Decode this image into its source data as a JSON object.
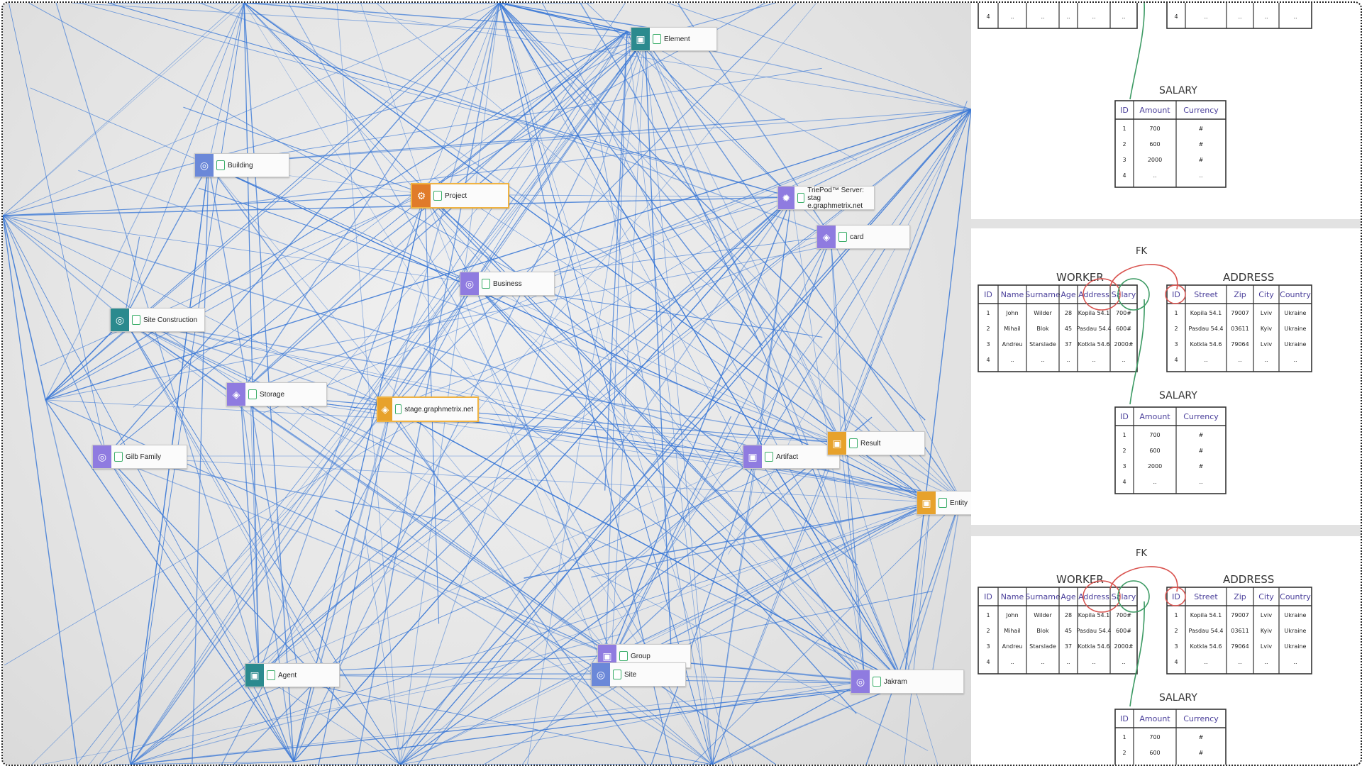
{
  "graph": {
    "nodes": [
      {
        "id": "element",
        "label": "Element",
        "icon": "bookmark-icon",
        "color": "#2b8a8e"
      },
      {
        "id": "building",
        "label": "Building",
        "icon": "globe-icon",
        "color": "#6b88d8"
      },
      {
        "id": "project",
        "label": "Project",
        "icon": "gear-icon",
        "color": "#e07b2a"
      },
      {
        "id": "tripod",
        "label": "TriePod™ Server: stag\ne.graphmetrix.net",
        "icon": "network-icon",
        "color": "#8f7be0"
      },
      {
        "id": "card",
        "label": "card",
        "icon": "diamond-icon",
        "color": "#8f7be0"
      },
      {
        "id": "business",
        "label": "Business",
        "icon": "globe-icon",
        "color": "#8f7be0"
      },
      {
        "id": "siteconstruction",
        "label": "Site Construction",
        "icon": "globe-icon",
        "color": "#2b8a8e"
      },
      {
        "id": "storage",
        "label": "Storage",
        "icon": "diamond-icon",
        "color": "#8f7be0"
      },
      {
        "id": "stage",
        "label": "stage.graphmetrix.net",
        "icon": "diamond-icon",
        "color": "#e7a22c"
      },
      {
        "id": "gilb",
        "label": "Gilb Family",
        "icon": "globe-icon",
        "color": "#8f7be0"
      },
      {
        "id": "artifact",
        "label": "Artifact",
        "icon": "bookmark-icon",
        "color": "#8f7be0"
      },
      {
        "id": "result",
        "label": "Result",
        "icon": "bookmark-icon",
        "color": "#e7a22c"
      },
      {
        "id": "entity",
        "label": "Entity",
        "icon": "bookmark-icon",
        "color": "#e7a22c"
      },
      {
        "id": "agent",
        "label": "Agent",
        "icon": "bookmark-icon",
        "color": "#2b8a8e"
      },
      {
        "id": "group",
        "label": "Group",
        "icon": "bookmark-icon",
        "color": "#8f7be0"
      },
      {
        "id": "site",
        "label": "Site",
        "icon": "globe-icon",
        "color": "#6b88d8"
      },
      {
        "id": "jakram",
        "label": "Jakram",
        "icon": "globe-icon",
        "color": "#8f7be0"
      }
    ],
    "edge_color": "#3a78d6"
  },
  "schema": {
    "worker_title": "WORKER",
    "address_title": "ADDRESS",
    "salary_title": "SALARY",
    "fk_label": "FK",
    "worker_headers": [
      "ID",
      "Name",
      "Surname",
      "Age",
      "Address",
      "Salary"
    ],
    "worker_rows": [
      [
        "1",
        "John",
        "Wilder",
        "28",
        "Kopila 54.1",
        "700#"
      ],
      [
        "2",
        "Mihail",
        "Blok",
        "45",
        "Pasdau 54.4",
        "600#"
      ],
      [
        "3",
        "Andreu",
        "Starslade",
        "37",
        "Kotkla 54.6",
        "2000#"
      ],
      [
        "4",
        "..",
        "..",
        "..",
        "..",
        ".."
      ]
    ],
    "address_headers": [
      "ID",
      "Street",
      "Zip",
      "City",
      "Country"
    ],
    "address_rows": [
      [
        "1",
        "Kopila 54.1",
        "79007",
        "Lviv",
        "Ukraine"
      ],
      [
        "2",
        "Pasdau 54.4",
        "03611",
        "Kyiv",
        "Ukraine"
      ],
      [
        "3",
        "Kotkla 54.6",
        "79064",
        "Lviv",
        "Ukraine"
      ],
      [
        "4",
        "..",
        "..",
        "..",
        ".."
      ]
    ],
    "salary_headers": [
      "ID",
      "Amount",
      "Currency"
    ],
    "salary_rows": [
      [
        "1",
        "700",
        "#"
      ],
      [
        "2",
        "600",
        "#"
      ],
      [
        "3",
        "2000",
        "#"
      ],
      [
        "4",
        "..",
        ".."
      ]
    ]
  }
}
